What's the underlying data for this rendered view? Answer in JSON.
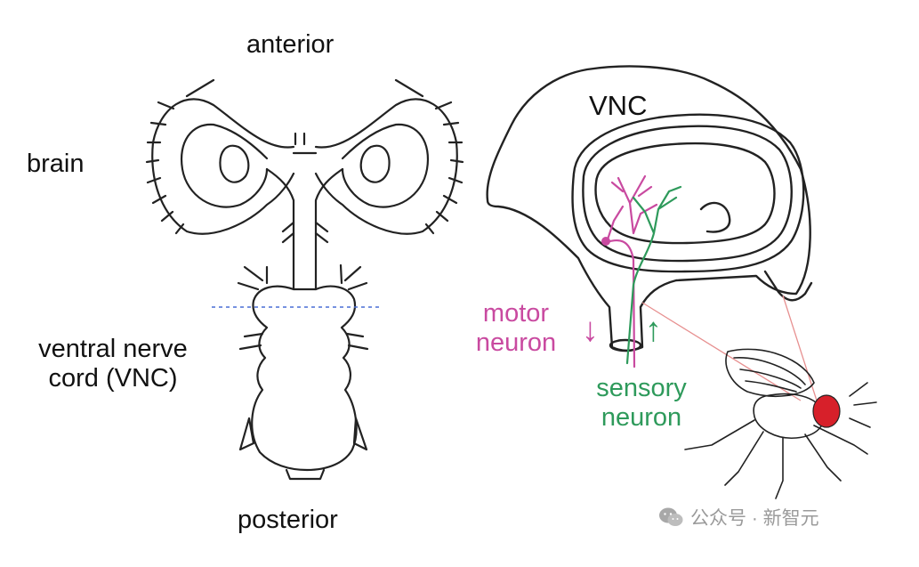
{
  "labels": {
    "anterior": "anterior",
    "brain": "brain",
    "vnc_line1": "ventral nerve",
    "vnc_line2": "cord (VNC)",
    "posterior": "posterior",
    "vnc": "VNC",
    "motor_line1": "motor",
    "motor_line2": "neuron",
    "sensory_line1": "sensory",
    "sensory_line2": "neuron"
  },
  "arrows": {
    "motor": "↓",
    "sensory": "↑"
  },
  "watermark": {
    "text": "公众号 · 新智元",
    "icon": "wechat-icon"
  },
  "colors": {
    "motor": "#c94aa0",
    "sensory": "#2e9a5b",
    "cut_line": "#4a6fd6",
    "fly_eye": "#d7202a"
  }
}
